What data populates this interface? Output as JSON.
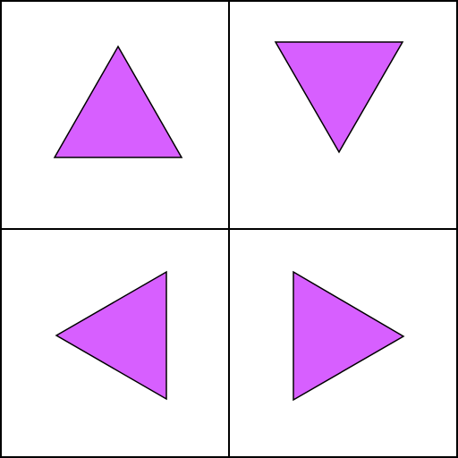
{
  "grid": {
    "rows": 2,
    "columns": 2,
    "border_color": "#000000",
    "background_color": "#ffffff"
  },
  "cells": [
    {
      "position": "top-left",
      "shape": "triangle",
      "direction": "up",
      "fill": "#d75fff",
      "stroke": "#000000"
    },
    {
      "position": "top-right",
      "shape": "triangle",
      "direction": "down",
      "fill": "#d75fff",
      "stroke": "#000000"
    },
    {
      "position": "bottom-left",
      "shape": "triangle",
      "direction": "left",
      "fill": "#d75fff",
      "stroke": "#000000"
    },
    {
      "position": "bottom-right",
      "shape": "triangle",
      "direction": "right",
      "fill": "#d75fff",
      "stroke": "#000000"
    }
  ]
}
